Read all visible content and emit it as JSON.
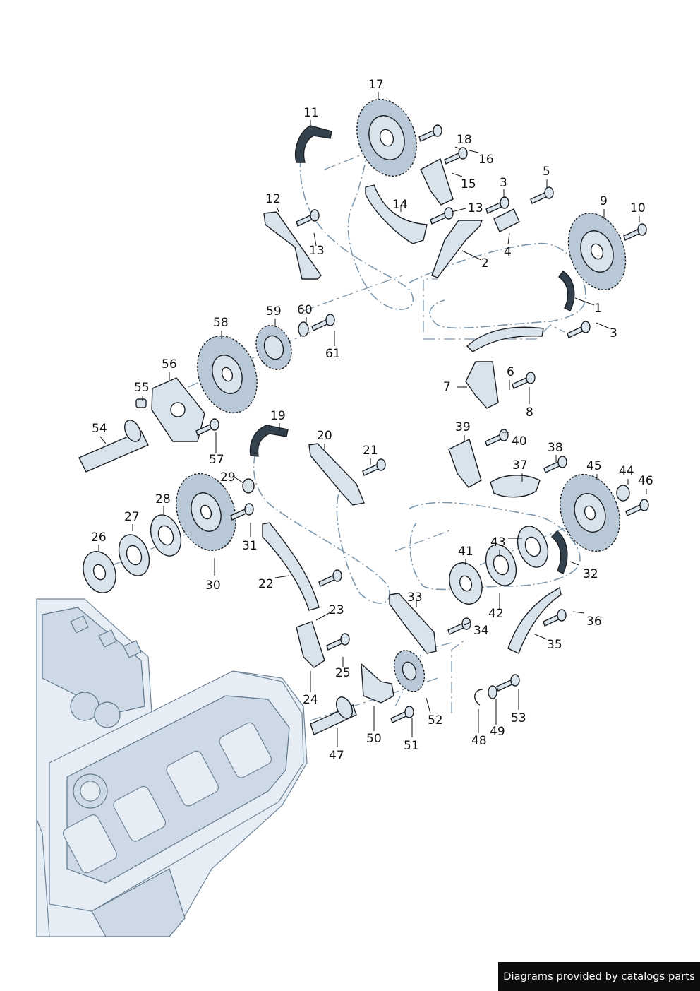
{
  "credit": "Diagrams provided by catalogs parts",
  "colors": {
    "line_art": "#1b1f24",
    "part_fill": "#d9e3ec",
    "gear_fill": "#b8c8d6",
    "chain_path": "#7d97ad",
    "engine_fill": "#e6edf4",
    "credit_bg": "#0d0d0d"
  },
  "labels": [
    "1",
    "2",
    "3",
    "3",
    "4",
    "5",
    "6",
    "7",
    "8",
    "9",
    "10",
    "11",
    "12",
    "13",
    "13",
    "14",
    "15",
    "16",
    "17",
    "18",
    "19",
    "20",
    "21",
    "22",
    "23",
    "24",
    "25",
    "26",
    "27",
    "28",
    "29",
    "30",
    "31",
    "32",
    "33",
    "34",
    "35",
    "36",
    "37",
    "38",
    "39",
    "40",
    "41",
    "42",
    "43",
    "44",
    "45",
    "46",
    "47",
    "48",
    "49",
    "50",
    "51",
    "52",
    "53",
    "54",
    "55",
    "56",
    "57",
    "58",
    "59",
    "60",
    "61"
  ]
}
